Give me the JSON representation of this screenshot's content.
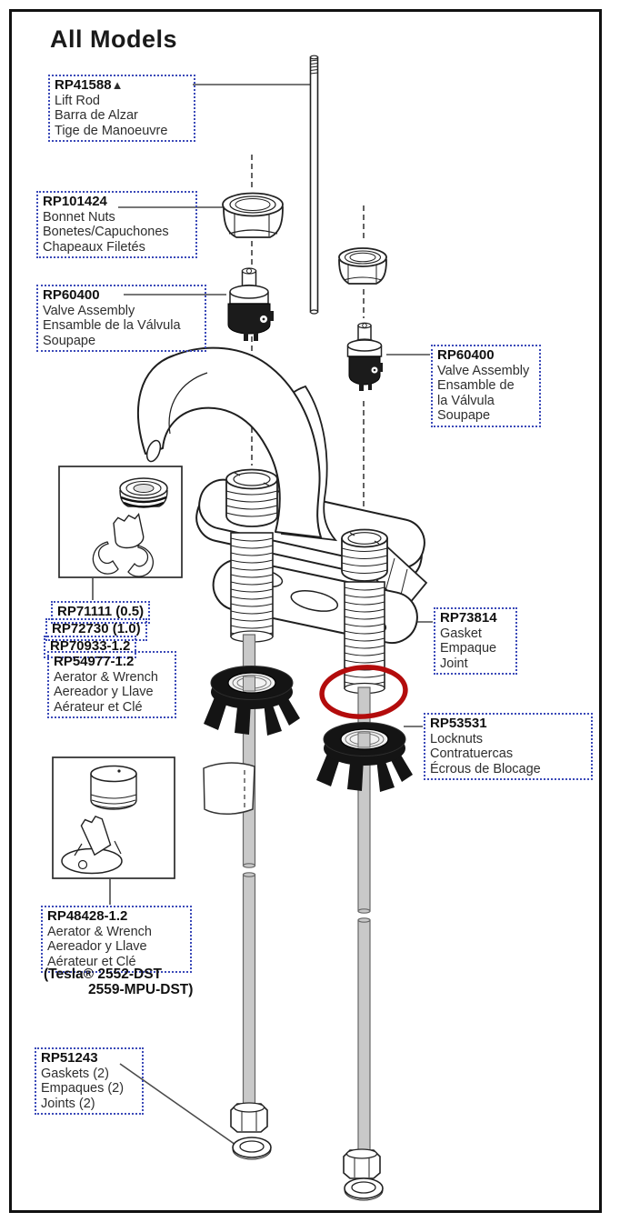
{
  "title": "All Models",
  "colors": {
    "label_box_border": "#3a49b8",
    "highlight_ellipse": "#b30c0c",
    "diagram_line": "#222222",
    "tube_gray": "#c9c9c9"
  },
  "labels": {
    "lift_rod": {
      "part": "RP41588",
      "marker": "▲",
      "lines": [
        "Lift Rod",
        "Barra de Alzar",
        "Tige de Manoeuvre"
      ]
    },
    "bonnet_nuts": {
      "part": "RP101424",
      "lines": [
        "Bonnet Nuts",
        "Bonetes/Capuchones",
        "Chapeaux Filetés"
      ]
    },
    "valve_left": {
      "part": "RP60400",
      "lines": [
        "Valve Assembly",
        "Ensamble de la Válvula",
        "Soupape"
      ]
    },
    "valve_right": {
      "part": "RP60400",
      "lines": [
        "Valve Assembly",
        "Ensamble de",
        "la Válvula",
        "Soupape"
      ]
    },
    "aerator_stack": {
      "parts": [
        "RP71111 (0.5)",
        "RP72730 (1.0)",
        "RP70933-1.2",
        "RP54977-1.2"
      ],
      "lines": [
        "Aerator & Wrench",
        "Aereador y Llave",
        "Aérateur et Clé"
      ]
    },
    "gasket": {
      "part": "RP73814",
      "lines": [
        "Gasket",
        "Empaque",
        "Joint"
      ]
    },
    "locknuts": {
      "part": "RP53531",
      "lines": [
        "Locknuts",
        "Contratuercas",
        "Écrous de Blocage"
      ]
    },
    "aerator_tesla": {
      "part": "RP48428-1.2",
      "lines": [
        "Aerator & Wrench",
        "Aereador y Llave",
        "Aérateur et Clé"
      ],
      "note_lines": [
        "(Tesla® 2552-DST",
        "2559-MPU-DST)"
      ]
    },
    "bottom_gaskets": {
      "part": "RP51243",
      "lines": [
        "Gaskets (2)",
        "Empaques (2)",
        "Joints (2)"
      ]
    }
  }
}
